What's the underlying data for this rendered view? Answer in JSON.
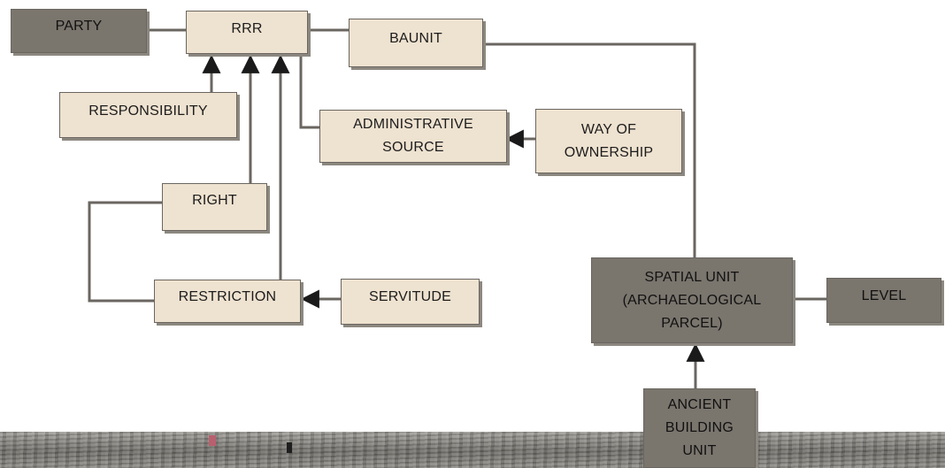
{
  "diagram": {
    "nodes": {
      "party": "PARTY",
      "rrr": "RRR",
      "baunit": "BAUNIT",
      "responsibility": "RESPONSIBILITY",
      "administrative_source": "ADMINISTRATIVE\nSOURCE",
      "way_of_ownership": "WAY OF\nOWNERSHIP",
      "right": "RIGHT",
      "restriction": "RESTRICTION",
      "servitude": "SERVITUDE",
      "spatial_unit": "SPATIAL UNIT\n(ARCHAEOLOGICAL\nPARCEL)",
      "level": "LEVEL",
      "ancient_building_unit": "ANCIENT\nBUILDING\nUNIT"
    },
    "colors": {
      "light_box": "#eee2d0",
      "dark_box": "#7a756d",
      "connector": "#6a6660"
    }
  }
}
